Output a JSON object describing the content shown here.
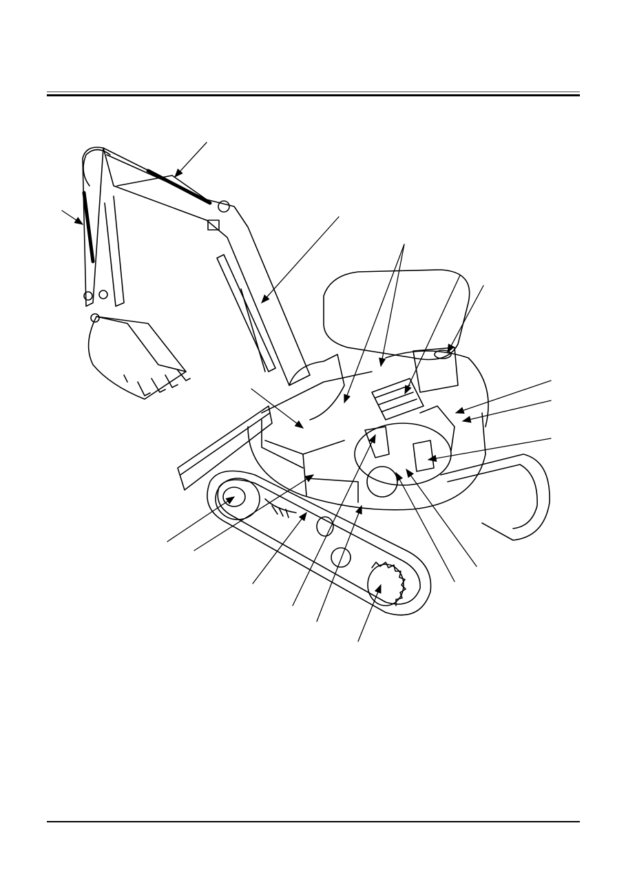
{
  "page": {
    "header_rule": "double",
    "footer_rule": "single",
    "ink_color": "#000000",
    "paper_color": "#ffffff"
  },
  "figure": {
    "subject": "excavator-component-locations",
    "callout_count": 18
  }
}
